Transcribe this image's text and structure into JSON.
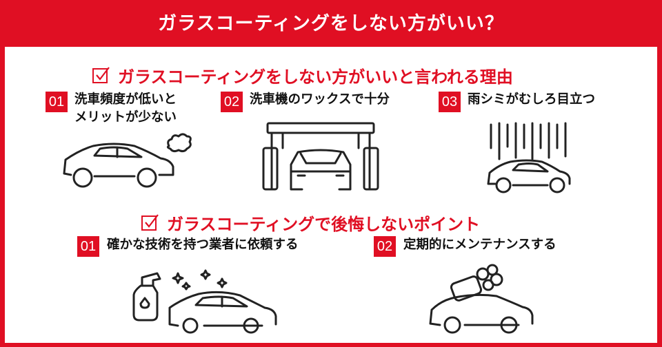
{
  "header": {
    "title": "ガラスコーティングをしない方がいい？"
  },
  "colors": {
    "accent": "#e00f23",
    "text": "#111111"
  },
  "section_reasons": {
    "heading": "ガラスコーティングをしない方がいいと言われる理由",
    "icon": "checkbox-icon",
    "items": [
      {
        "num": "01",
        "line1": "洗車頻度が低いと",
        "line2": "メリットが少ない",
        "icon": "car-exhaust-icon"
      },
      {
        "num": "02",
        "text": "洗車機のワックスで十分",
        "icon": "car-wash-machine-icon"
      },
      {
        "num": "03",
        "text": "雨シミがむしろ目立つ",
        "icon": "car-rain-icon"
      }
    ]
  },
  "section_points": {
    "heading": "ガラスコーティングで後悔しないポイント",
    "icon": "checkbox-icon",
    "items": [
      {
        "num": "01",
        "text": "確かな技術を持つ業者に依頼する",
        "icon": "car-spray-icon"
      },
      {
        "num": "02",
        "text": "定期的にメンテナンスする",
        "icon": "car-sponge-icon"
      }
    ]
  }
}
